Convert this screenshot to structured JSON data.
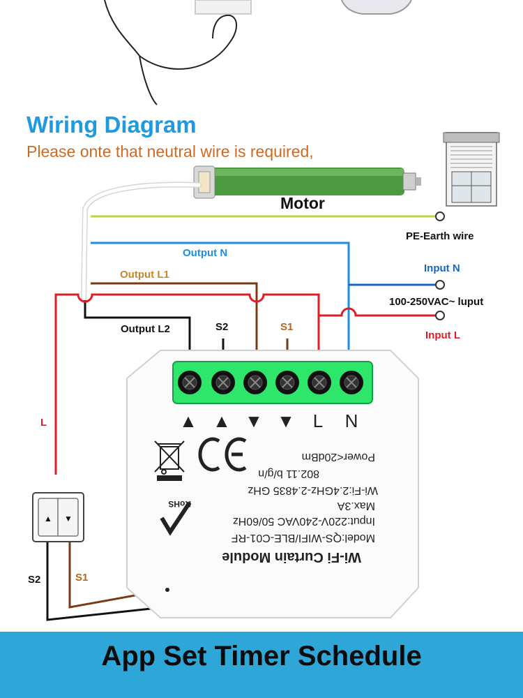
{
  "heading": "Wiring Diagram",
  "note": "Please onte that neutral wire is required,",
  "motor": {
    "label": "Motor"
  },
  "wires": {
    "pe_earth": "PE-Earth wire",
    "output_n": "Output N",
    "output_l1": "Output L1",
    "output_l2": "Output L2",
    "input_n": "Input N",
    "input_voltage": "100-250VAC~ luput",
    "input_l": "Input L",
    "line_l": "L",
    "s1_top": "S1",
    "s2_top": "S2",
    "s1_switch": "S1",
    "s2_switch": "S2"
  },
  "terminals": [
    "▲",
    "▲",
    "▼",
    "▼",
    "L",
    "N"
  ],
  "module_text": {
    "name": "Wi-Fi Curtain Module",
    "model": "Model:QS-WIFI/BLE-C01-RF",
    "input": "Input:220V-240VAC 50/60Hz",
    "max": "Max.3A",
    "wifi": "Wi-Fi:2.4GHz-2.4835 GHz",
    "standard": "802.11 b/g/n",
    "power": "Power<20dBm",
    "rohs": "RoHS"
  },
  "switch": {
    "up": "▲",
    "down": "▼"
  },
  "banner": {
    "title": "App Set Timer Schedule"
  },
  "colors": {
    "heading": "#1e9ae0",
    "note": "#cf6a22",
    "live": "#e21c24",
    "neutral": "#1a8fe0",
    "output_l1": "#7a3a16",
    "earth": "#b7d63a",
    "terminal_block": "#2ee66a",
    "banner": "#2fa6d8"
  }
}
